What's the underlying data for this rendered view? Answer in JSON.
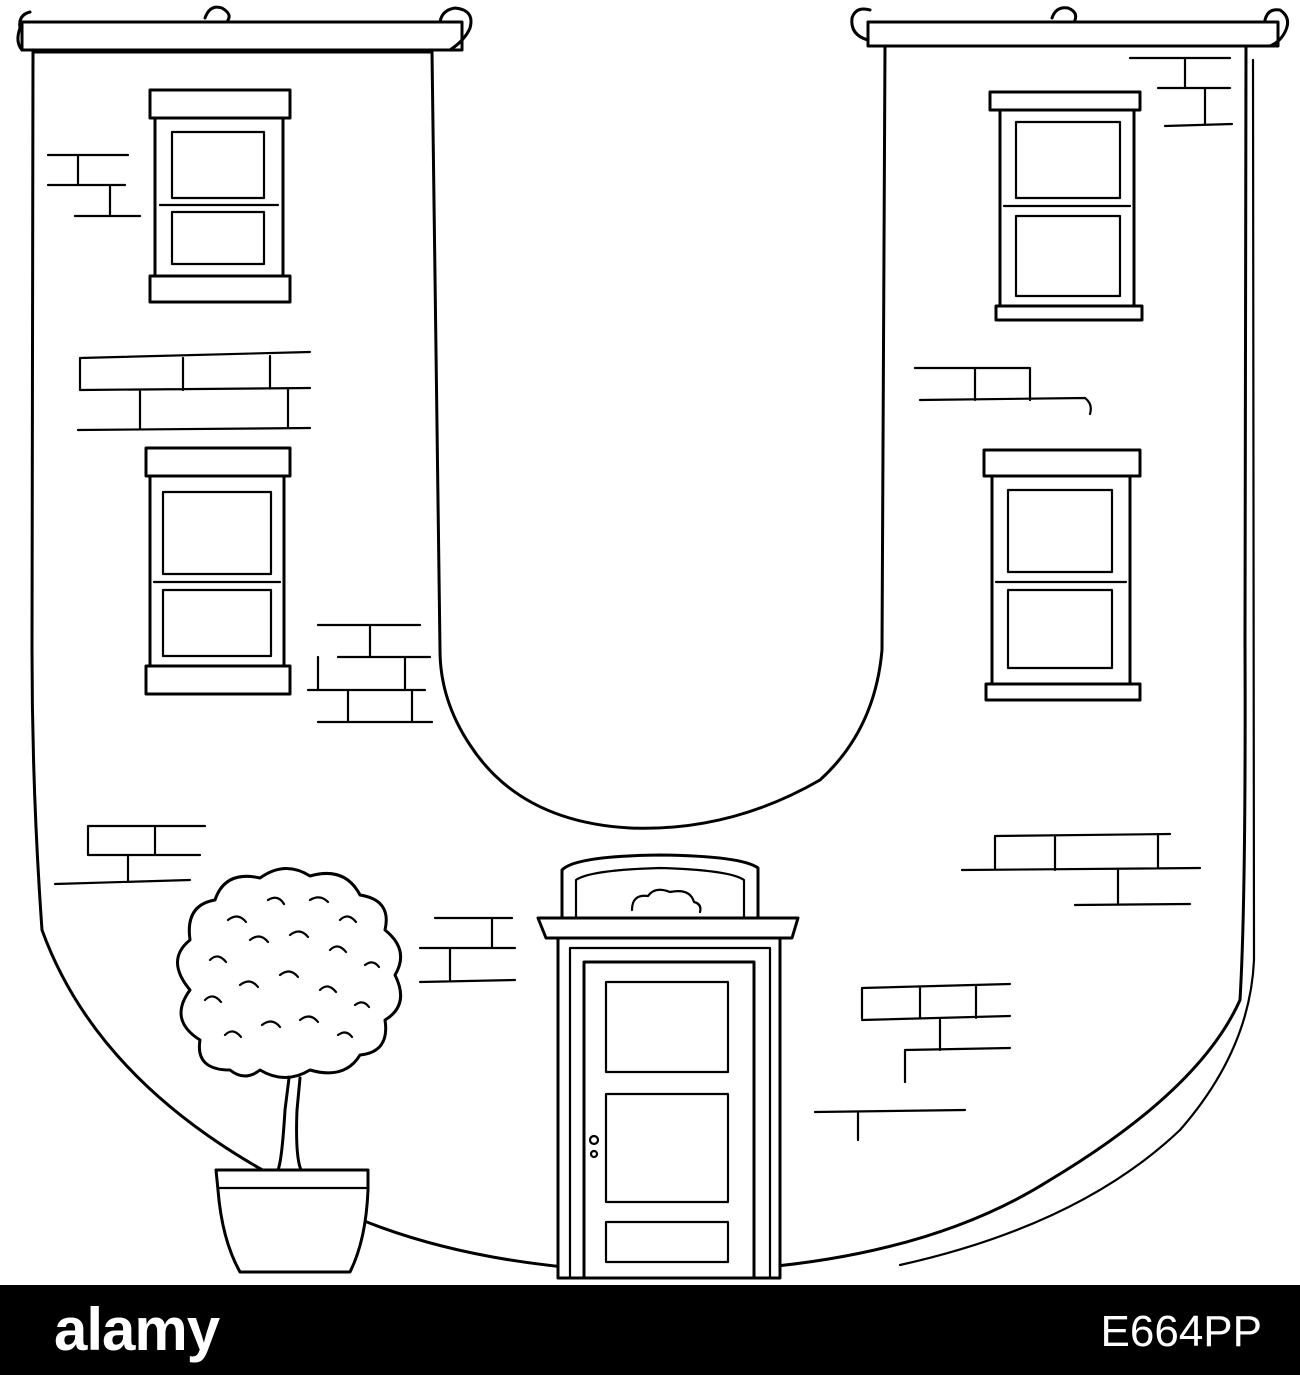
{
  "illustration": {
    "subject_icon": "letter-u-building-icon",
    "line_color": "#000000",
    "background_color": "#ffffff",
    "left_wing_windows": 2,
    "right_wing_windows": 2,
    "doors": 1,
    "potted_trees": 1
  },
  "watermark": {
    "logo": "alamy",
    "image_id": "E664PP",
    "bar_color": "#000000",
    "text_color": "#ffffff"
  }
}
